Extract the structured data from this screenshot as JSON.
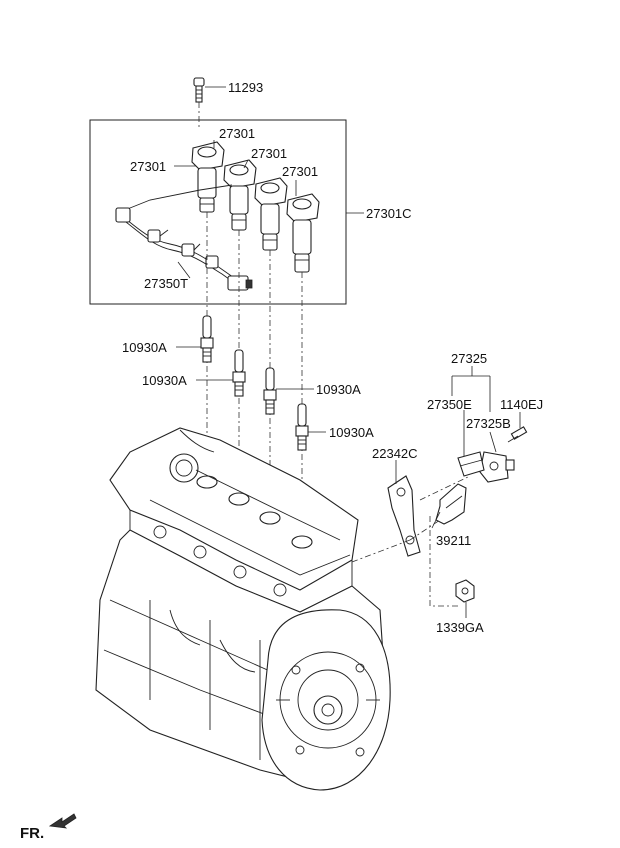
{
  "labels": {
    "p11293": "11293",
    "p27301_top": "27301",
    "p27301_left": "27301",
    "p27301_mid": "27301",
    "p27301_right": "27301",
    "p27301C": "27301C",
    "p27350T": "27350T",
    "p10930A_1": "10930A",
    "p10930A_2": "10930A",
    "p10930A_3": "10930A",
    "p10930A_4": "10930A",
    "p27325": "27325",
    "p27350E": "27350E",
    "p1140EJ": "1140EJ",
    "p27325B": "27325B",
    "p22342C": "22342C",
    "p39211": "39211",
    "p1339GA": "1339GA",
    "front": "FR."
  },
  "icons": {
    "front_arrow": "front-direction-arrow-icon"
  }
}
